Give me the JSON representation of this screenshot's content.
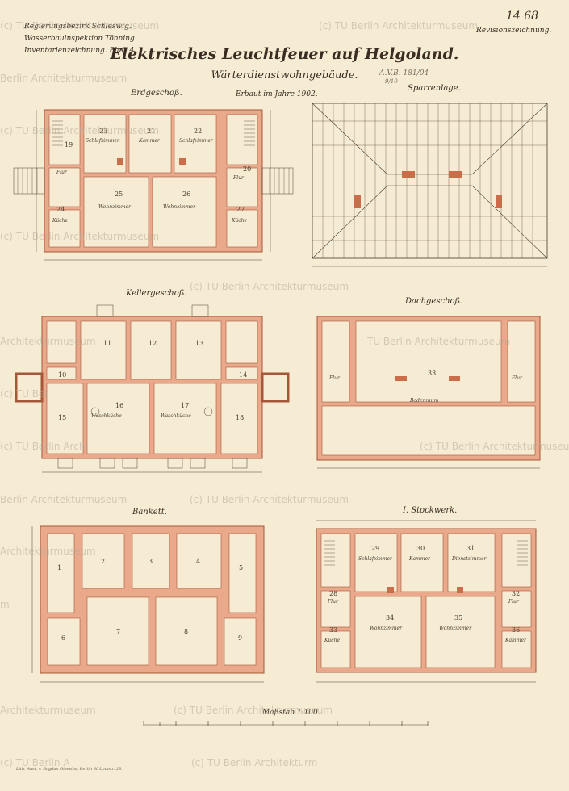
{
  "header": {
    "org_line1": "Regierungsbezirk Schleswig.",
    "org_line2": "Wasserbauinspektion Tönning.",
    "org_line3": "Inventarienzeichnung. Blatt 4.",
    "sheet_no": "14 68",
    "stamp": "Revisionszeichnung.",
    "title": "Elektrisches Leuchtfeuer auf Helgoland.",
    "subtitle": "Wärterdienstwohngebäude.",
    "archive_mark": "A.V.B. 181/04",
    "archive_sub": "9/10"
  },
  "plans": {
    "ground_floor": "Erdgeschoß.",
    "built_year": "Erbaut im Jahre 1902.",
    "rafters": "Sparrenlage.",
    "cellar": "Kellergeschoß.",
    "attic": "Dachgeschoß.",
    "foundation": "Bankett.",
    "first_floor": "I. Stockwerk."
  },
  "rooms": {
    "g19": "19",
    "g20": "20",
    "g21": "21",
    "g22": "22",
    "g23": "23",
    "g24": "24",
    "g25": "25",
    "g26": "26",
    "g27": "27",
    "schlafzimmer": "Schlafzimmer",
    "kammer": "Kammer",
    "wohnzimmer": "Wohnzimmer",
    "flur": "Flur",
    "kueche": "Küche",
    "dienstzimmer": "Dienstzimmer",
    "bodenraum": "Bodenraum",
    "waschkueche": "Waschküche",
    "c11": "11",
    "c12": "12",
    "c13": "13",
    "c10": "10",
    "c14": "14",
    "c15": "15",
    "c16": "16",
    "c17": "17",
    "c18": "18",
    "f1": "1",
    "f2": "2",
    "f3": "3",
    "f4": "4",
    "f5": "5",
    "f6": "6",
    "f7": "7",
    "f8": "8",
    "f9": "9",
    "a33": "33",
    "s28": "28",
    "s29": "29",
    "s30": "30",
    "s31": "31",
    "s32": "32",
    "s33": "33",
    "s34": "34",
    "s35": "35",
    "s36": "36"
  },
  "footer": {
    "scale": "Maßstab 1:100.",
    "printer": "Lith. Anst. v. Bogdan Gisevius, Berlin W. Linkstr. 28."
  },
  "watermarks": {
    "text_a": "(c) TU Berlin Architekturmuseum",
    "text_b": "Berlin Architekturmuseum",
    "text_c": "(c) TU Berlin",
    "text_d": "Architekturmuseum",
    "text_e": "(c) TU Berlin Archi",
    "text_f": "m",
    "text_g": "(c) TU Berlin A",
    "text_h": "(c) TU Ber",
    "text_i": "TU Berlin Architekturmuseum",
    "text_j": "(c) TU Berlin Architektur",
    "text_k": "(c) TU Berlin Architekturm"
  },
  "colors": {
    "wall": "#e9a98a",
    "wall_edge": "#a5573a",
    "ink": "#4a3a2e",
    "paper": "#f6ecd3"
  }
}
